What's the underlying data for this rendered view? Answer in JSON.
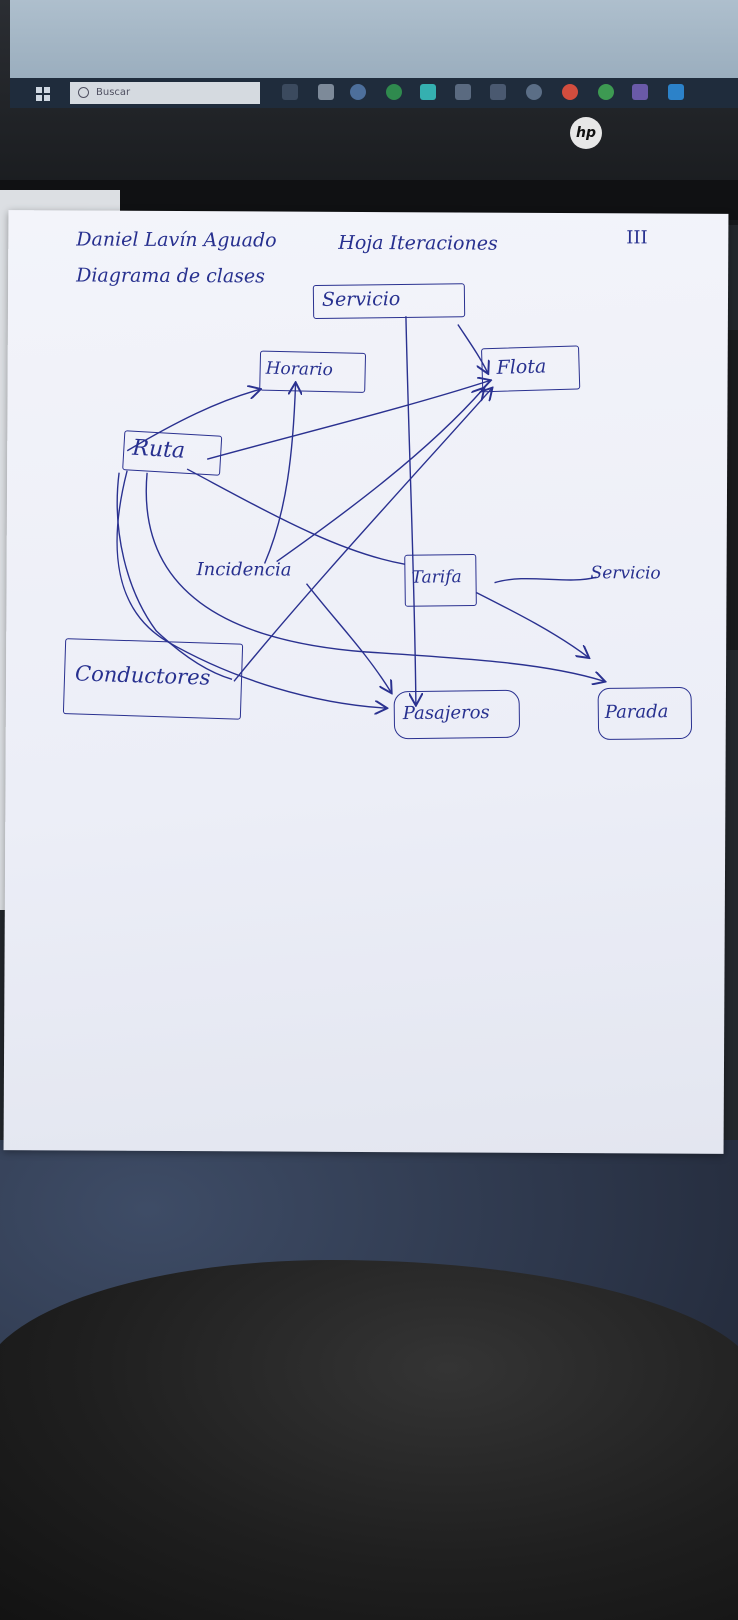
{
  "photo": {
    "taskbar": {
      "search_placeholder": "Buscar"
    },
    "monitor_brand": "hp"
  },
  "sheet": {
    "author": "Daniel Lavín Aguado",
    "subtitle": "Diagrama de clases",
    "sheet_title": "Hoja Iteraciones",
    "sheet_number": "III"
  },
  "classes": {
    "servicio": "Servicio",
    "horario": "Horario",
    "flota": "Flota",
    "ruta": "Ruta",
    "incidencia": "Incidencia",
    "tarifa": "Tarifa",
    "conductores": "Conductores",
    "pasajeros": "Pasajeros",
    "parada": "Parada"
  },
  "strike_note": "Servicio",
  "colors": {
    "ink": "#27308f",
    "paper": "#eef0f8"
  }
}
